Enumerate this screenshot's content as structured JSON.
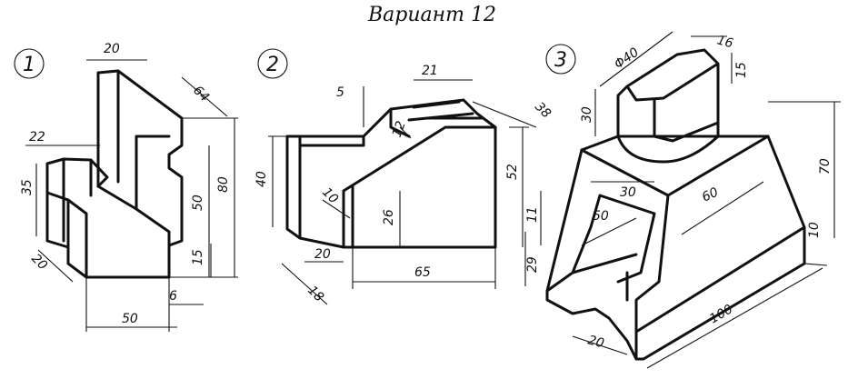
{
  "title": "Вариант 12",
  "figures": [
    {
      "number": "1",
      "dimensions": [
        "20",
        "64",
        "22",
        "35",
        "50",
        "80",
        "20",
        "15",
        "6",
        "50"
      ]
    },
    {
      "number": "2",
      "dimensions": [
        "21",
        "5",
        "38",
        "12",
        "40",
        "10",
        "26",
        "52",
        "20",
        "65",
        "18"
      ]
    },
    {
      "number": "3",
      "dimensions": [
        "Φ40",
        "16",
        "15",
        "30",
        "70",
        "30",
        "11",
        "60",
        "50",
        "29",
        "10",
        "20",
        "100"
      ]
    }
  ]
}
